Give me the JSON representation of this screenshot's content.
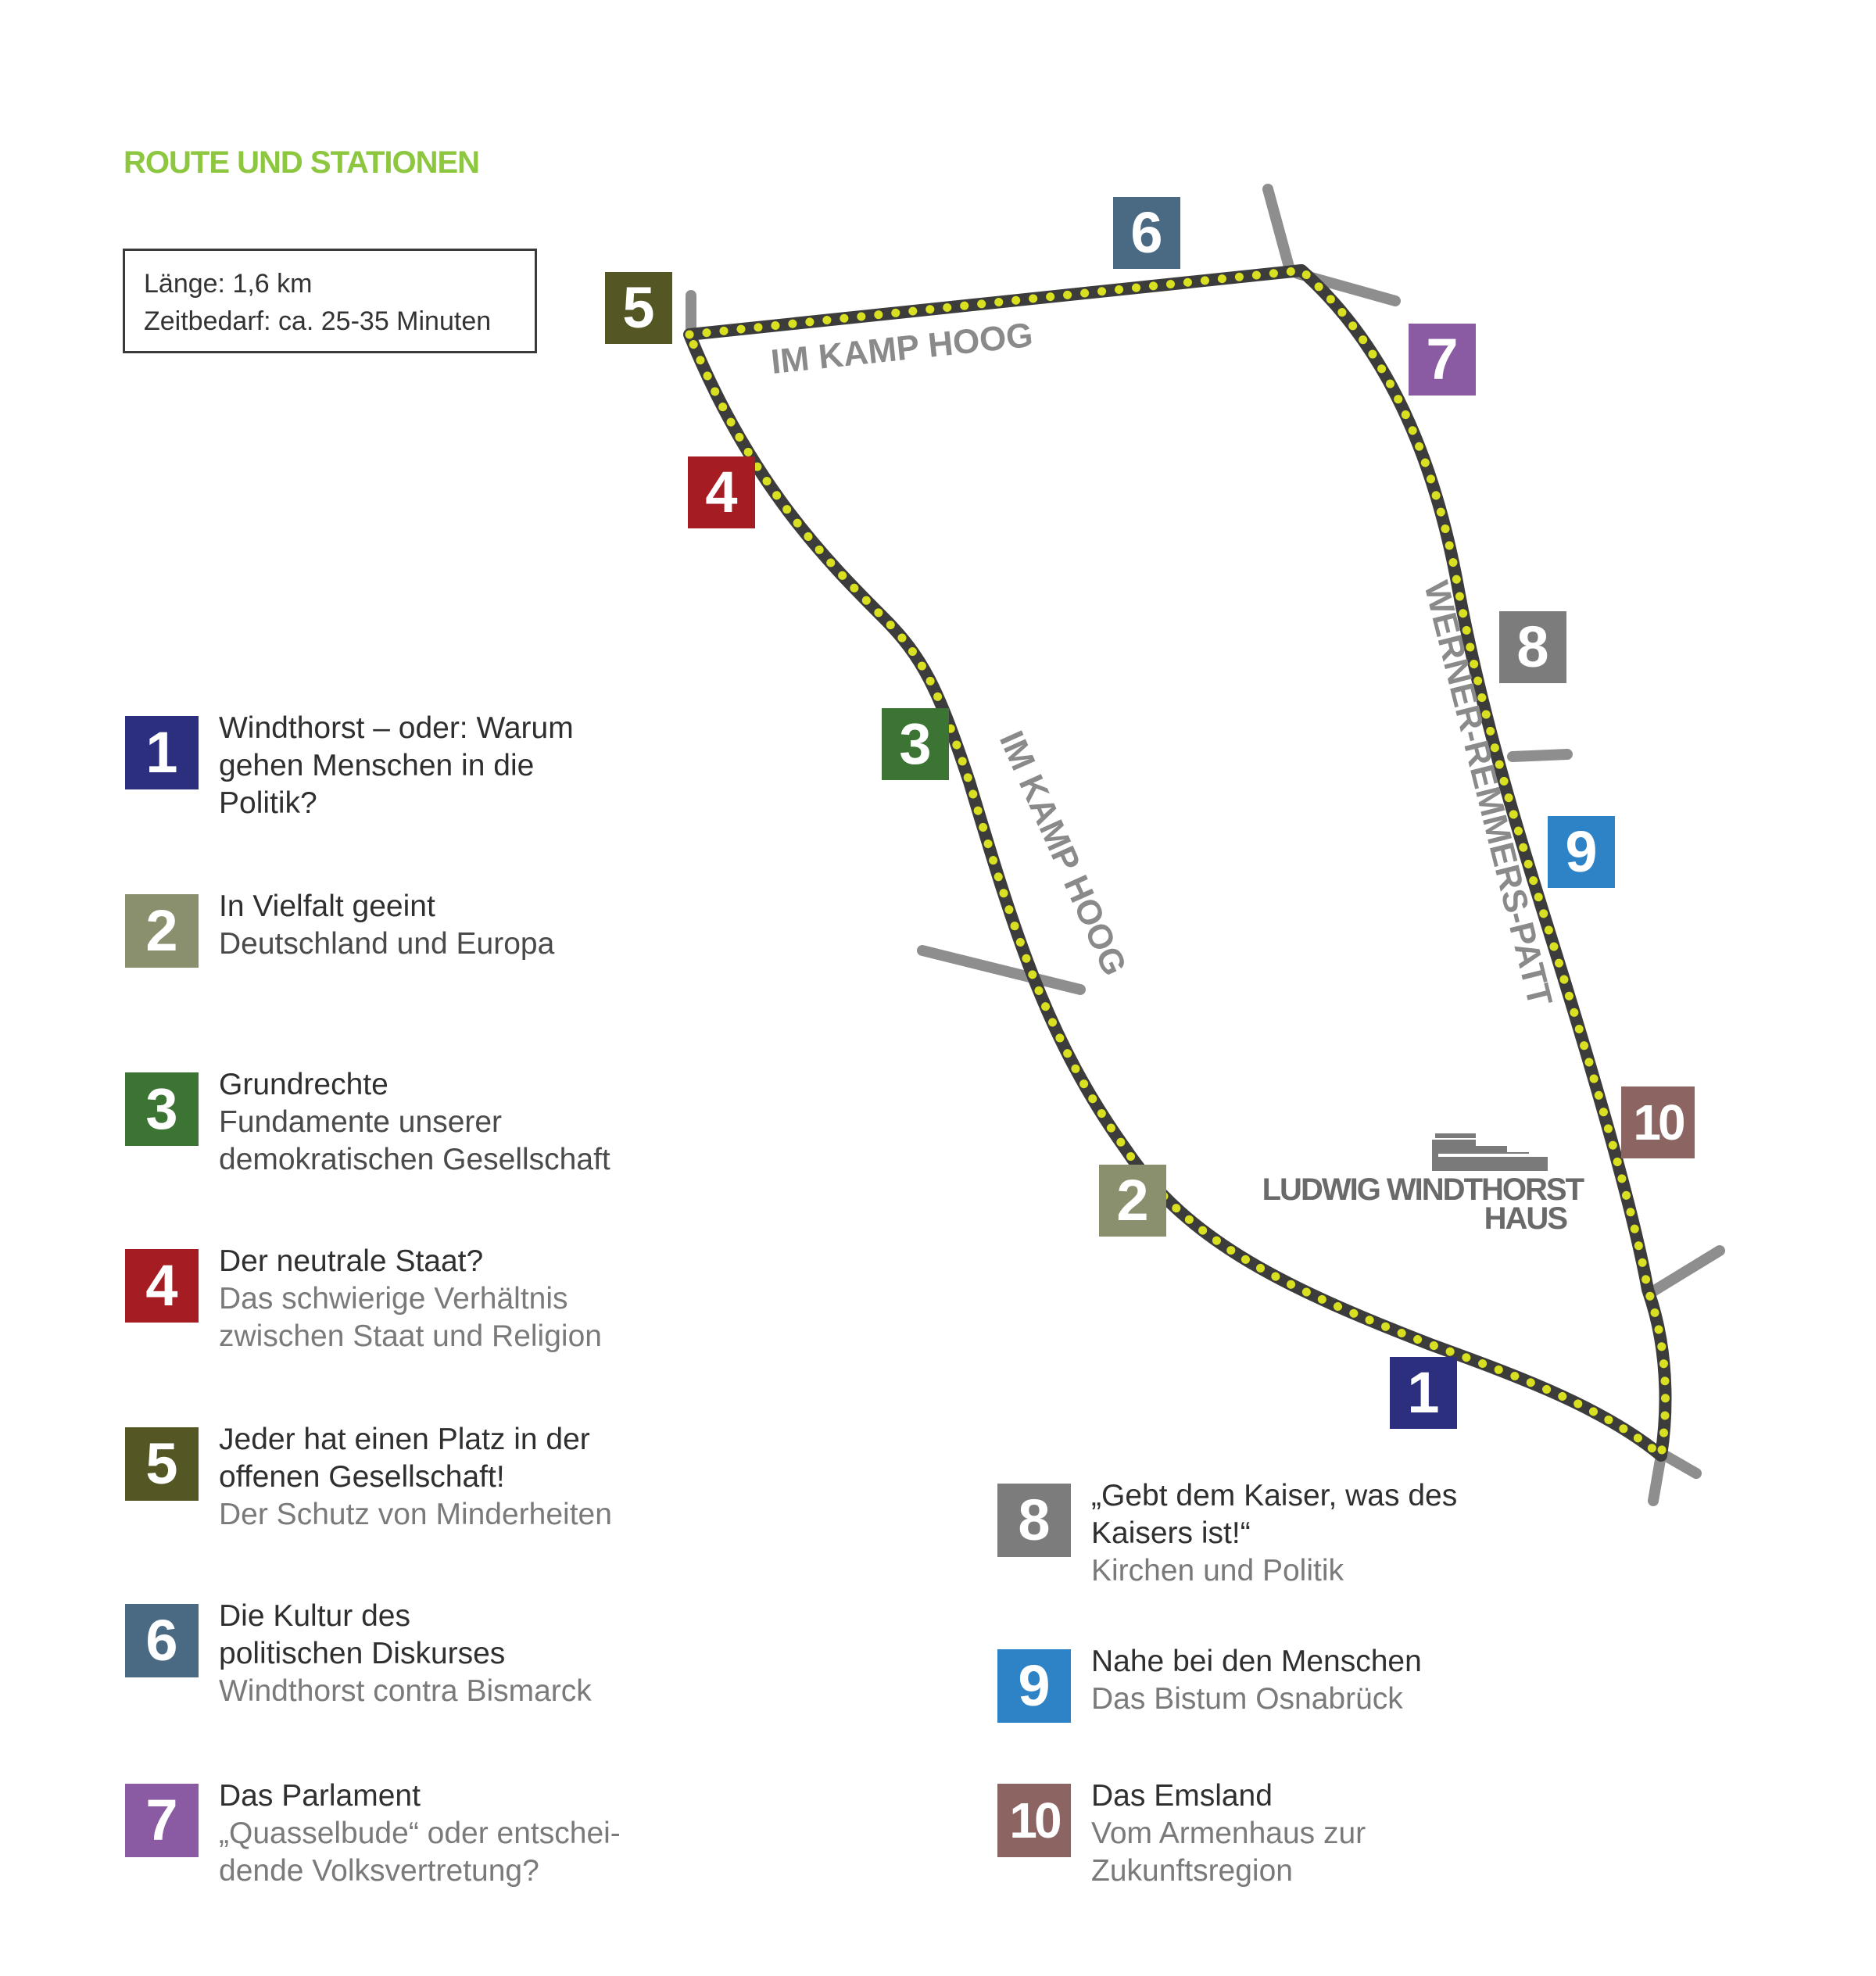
{
  "title": "ROUTE UND STATIONEN",
  "info": {
    "length": "Länge: 1,6 km",
    "duration": "Zeitbedarf: ca. 25-35 Minuten"
  },
  "map": {
    "road_labels": {
      "north": "IM KAMP HOOG",
      "west": "IM KAMP HOOG",
      "east": "WERNER-REMMERS-PATT"
    },
    "logo": {
      "line1": "LUDWIG WINDTHORST",
      "line2": "HAUS",
      "icon": "building-icon"
    },
    "colors": {
      "route_fill": "#3c3c3c",
      "route_dots": "#d8e021",
      "side_roads": "#8e8e8e"
    }
  },
  "stations": [
    {
      "number": "1",
      "color": "#2b2f7e",
      "title": "Windthorst – oder: Warum gehen Menschen in die Politik?",
      "subtitle": ""
    },
    {
      "number": "2",
      "color": "#8a8f6e",
      "title": "In Vielfalt geeint",
      "subtitle": "Deutschland und Europa"
    },
    {
      "number": "3",
      "color": "#3b7433",
      "title": "Grundrechte",
      "subtitle": "Fundamente unserer demokratischen Gesellschaft"
    },
    {
      "number": "4",
      "color": "#a51d22",
      "title": "Der neutrale Staat?",
      "subtitle": "Das schwierige Verhältnis zwischen Staat und Religion"
    },
    {
      "number": "5",
      "color": "#545724",
      "title": "Jeder hat einen Platz in der offenen Gesellschaft!",
      "subtitle": "Der Schutz von Minderheiten"
    },
    {
      "number": "6",
      "color": "#4a6a83",
      "title": "Die Kultur des politischen Diskurses",
      "subtitle": "Windthorst contra Bismarck"
    },
    {
      "number": "7",
      "color": "#8a5aa3",
      "title": "Das Parlament",
      "subtitle": "„Quasselbude“ oder entschei-dende Volksvertretung?"
    },
    {
      "number": "8",
      "color": "#7c7c7c",
      "title": "„Gebt dem Kaiser, was des Kaisers ist!“",
      "subtitle": "Kirchen und Politik"
    },
    {
      "number": "9",
      "color": "#2e83c6",
      "title": "Nahe bei den Menschen",
      "subtitle": "Das Bistum Osnabrück"
    },
    {
      "number": "10",
      "color": "#8c6462",
      "title": "Das Emsland",
      "subtitle": "Vom Armenhaus zur Zukunftsregion"
    }
  ]
}
